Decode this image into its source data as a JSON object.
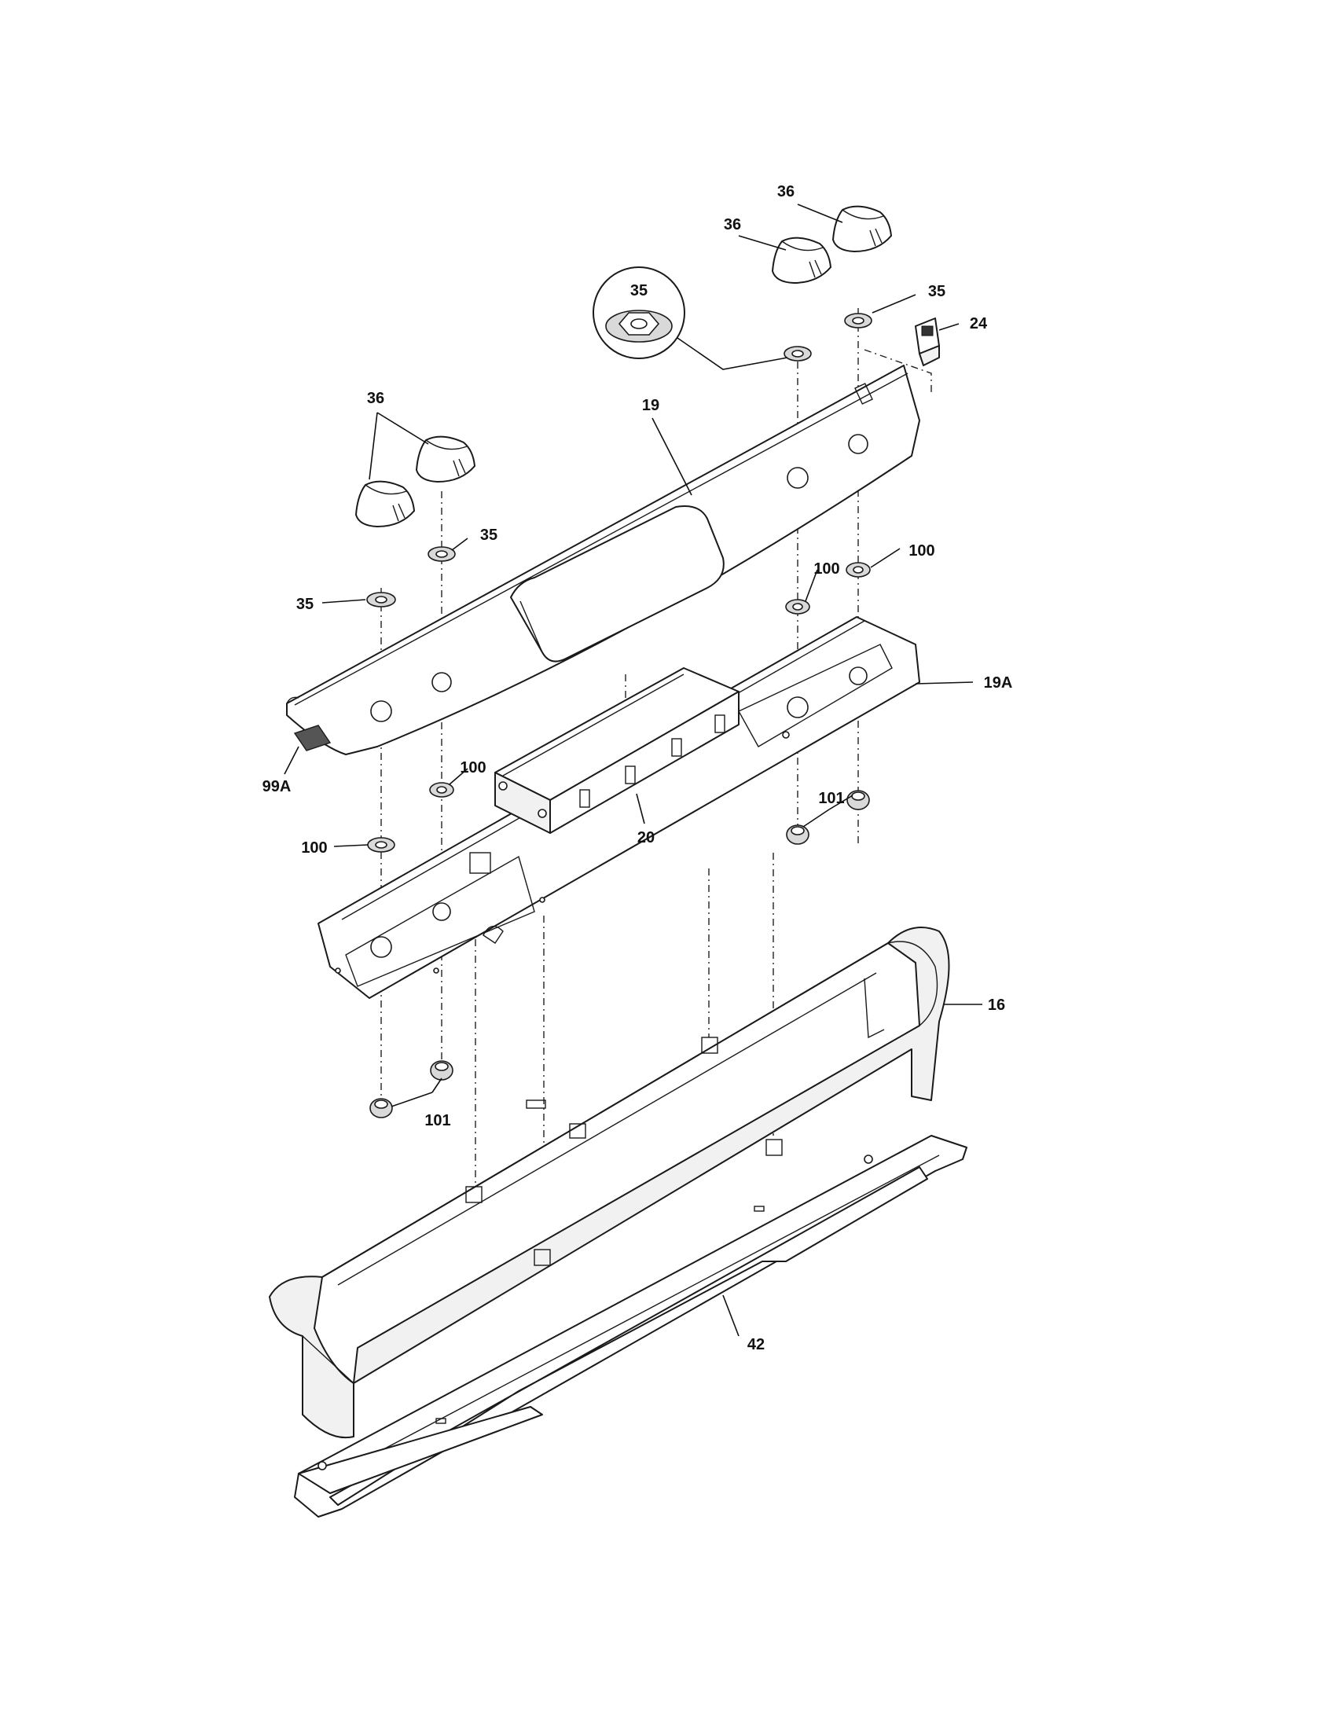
{
  "diagram": {
    "callouts": {
      "c36_top_right": "36",
      "c36_top_mid": "36",
      "c35_zoom": "35",
      "c35_top_right": "35",
      "c24": "24",
      "c36_left": "36",
      "c19": "19",
      "c35_left_upper": "35",
      "c35_left_lower": "35",
      "c100_right_upper": "100",
      "c100_right_lower": "100",
      "c19a": "19A",
      "c99a": "99A",
      "c100_left_upper": "100",
      "c100_left_lower": "100",
      "c101_right": "101",
      "c20": "20",
      "c16": "16",
      "c101_left": "101",
      "c42": "42"
    }
  }
}
